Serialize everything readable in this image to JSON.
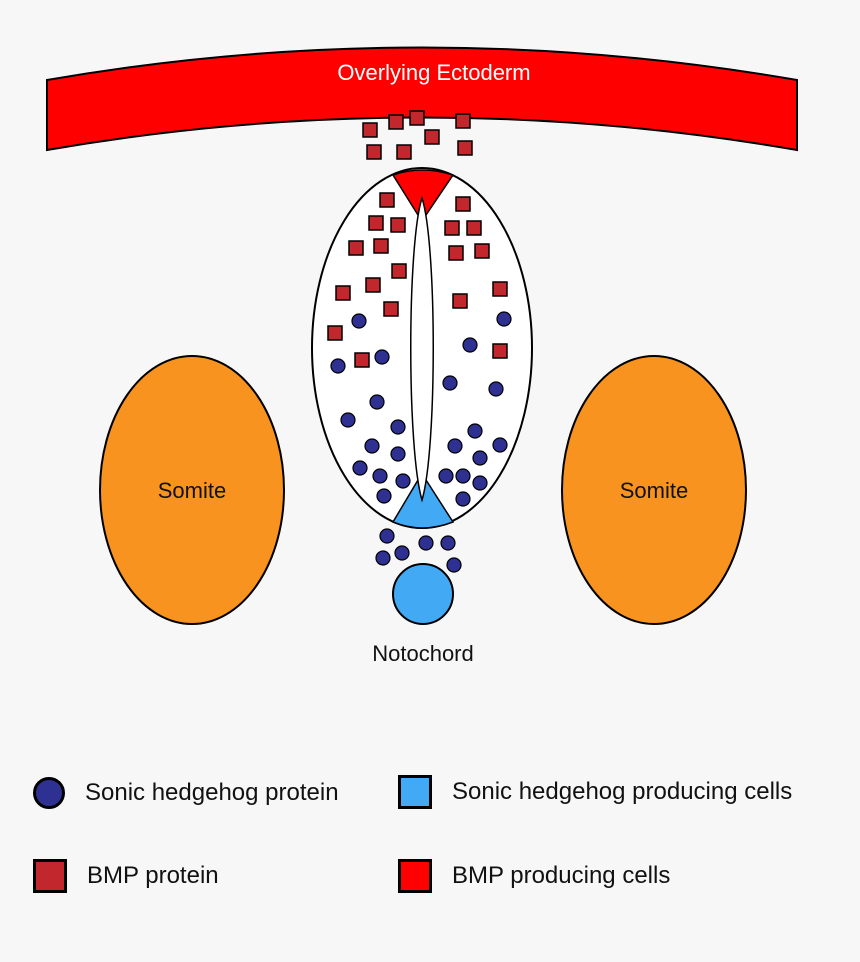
{
  "labels": {
    "ectoderm": "Overlying Ectoderm",
    "somite_left": "Somite",
    "somite_right": "Somite",
    "notochord": "Notochord"
  },
  "colors": {
    "ectoderm": "#ff0000",
    "bmp_protein": "#c1272d",
    "shh_protein": "#2e3192",
    "shh_cells": "#42a9f5",
    "somite": "#f7931e",
    "neural_tube": "#ffffff"
  },
  "legend": {
    "shh_protein": "Sonic hedgehog protein",
    "shh_cells": "Sonic hedgehog producing cells",
    "bmp_protein": "BMP protein",
    "bmp_cells": "BMP producing cells"
  }
}
